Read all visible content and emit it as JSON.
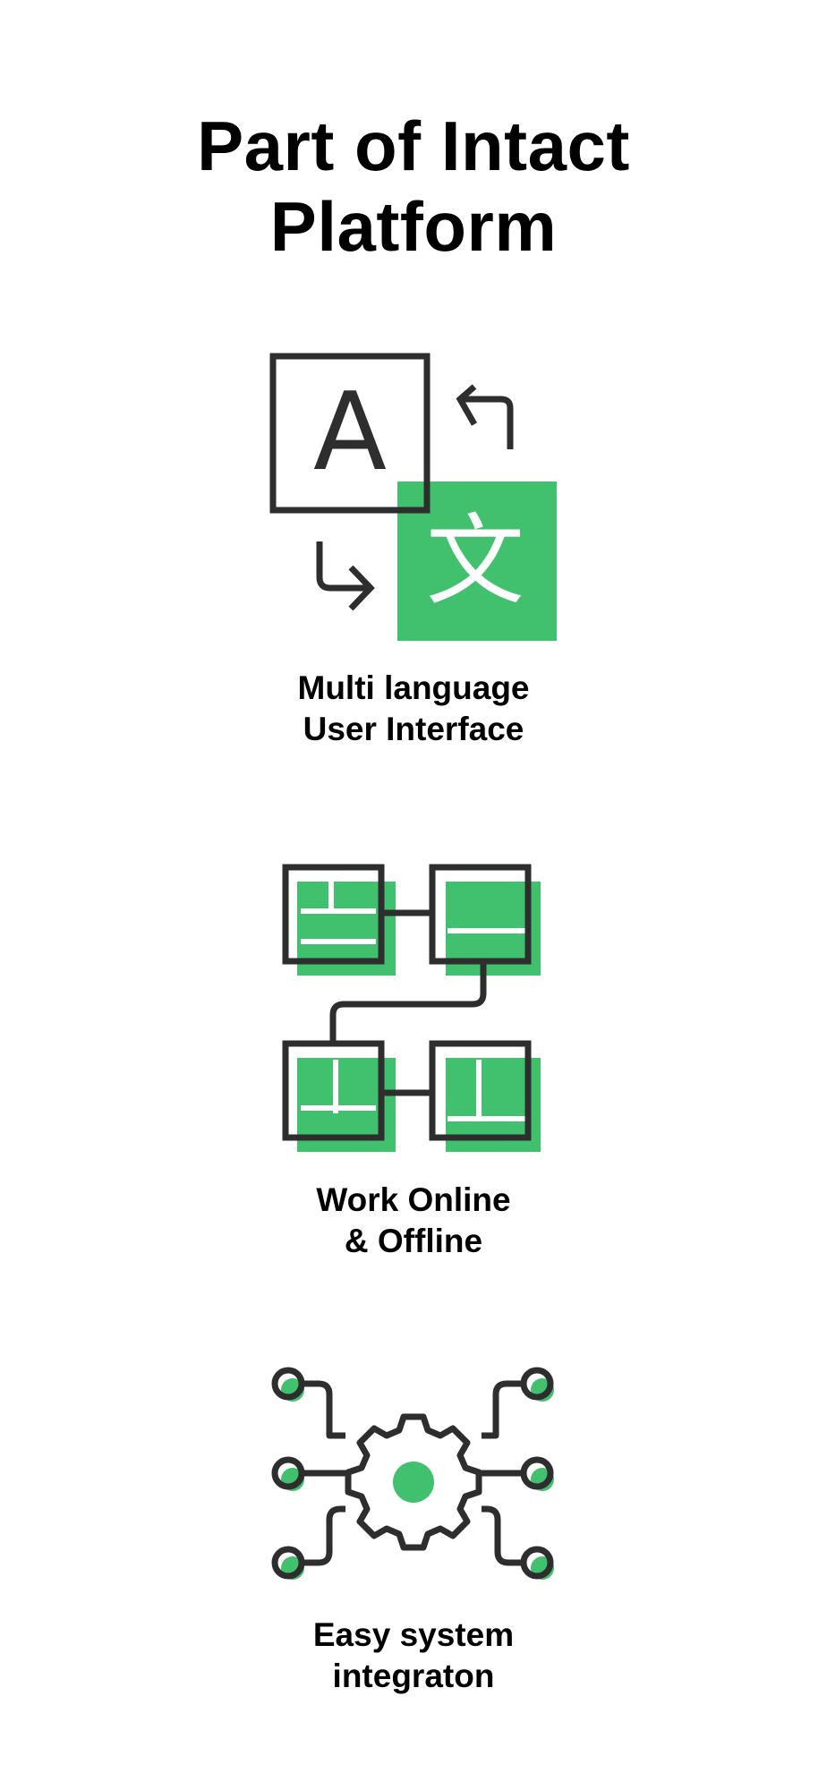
{
  "page": {
    "title_line1": "Part of Intact",
    "title_line2": "Platform"
  },
  "features": [
    {
      "icon": "translate-icon",
      "label_line1": "Multi language",
      "label_line2": "User Interface"
    },
    {
      "icon": "workflow-icon",
      "label_line1": "Work Online",
      "label_line2": "& Offline"
    },
    {
      "icon": "integration-gear-icon",
      "label_line1": "Easy system",
      "label_line2": "integraton"
    }
  ],
  "icon_glyphs": {
    "latin_letter": "A",
    "cjk_letter": "文"
  },
  "colors": {
    "accent": "#41C06E",
    "stroke": "#2E2E2E",
    "text": "#000000",
    "background": "#FFFFFF"
  }
}
